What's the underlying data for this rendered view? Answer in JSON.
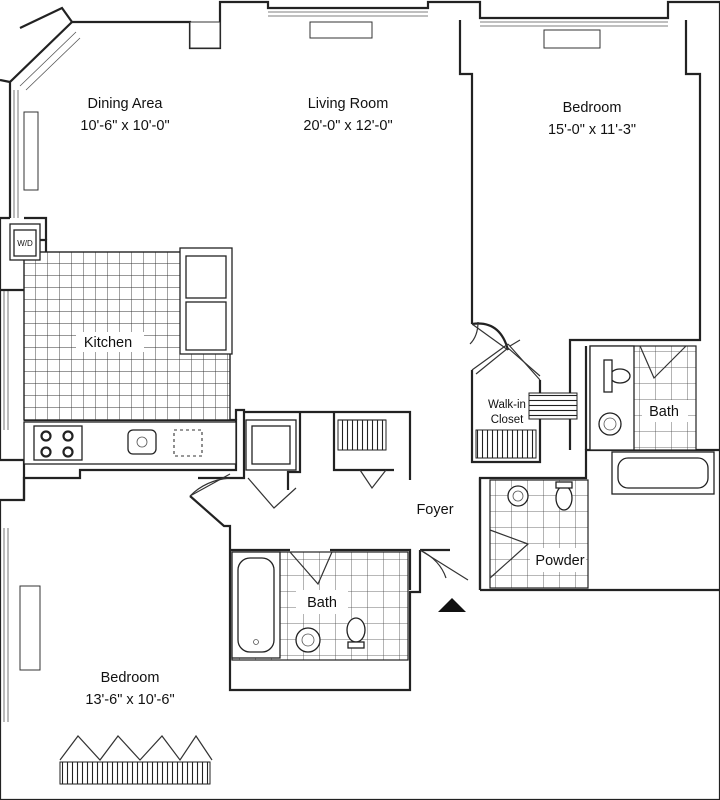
{
  "rooms": {
    "dining": {
      "name": "Dining Area",
      "size": "10'-6\" x 10'-0\""
    },
    "living": {
      "name": "Living Room",
      "size": "20'-0\" x 12'-0\""
    },
    "bedroom_main": {
      "name": "Bedroom",
      "size": "15'-0\" x 11'-3\""
    },
    "kitchen": {
      "name": "Kitchen"
    },
    "walkin": {
      "line1": "Walk-in",
      "line2": "Closet"
    },
    "bath_main": {
      "name": "Bath"
    },
    "foyer": {
      "name": "Foyer"
    },
    "powder": {
      "name": "Powder"
    },
    "bath_second": {
      "name": "Bath"
    },
    "bedroom_second": {
      "name": "Bedroom",
      "size": "13'-6\" x 10'-6\""
    }
  },
  "labels": {
    "washer_dryer": "W/D"
  }
}
